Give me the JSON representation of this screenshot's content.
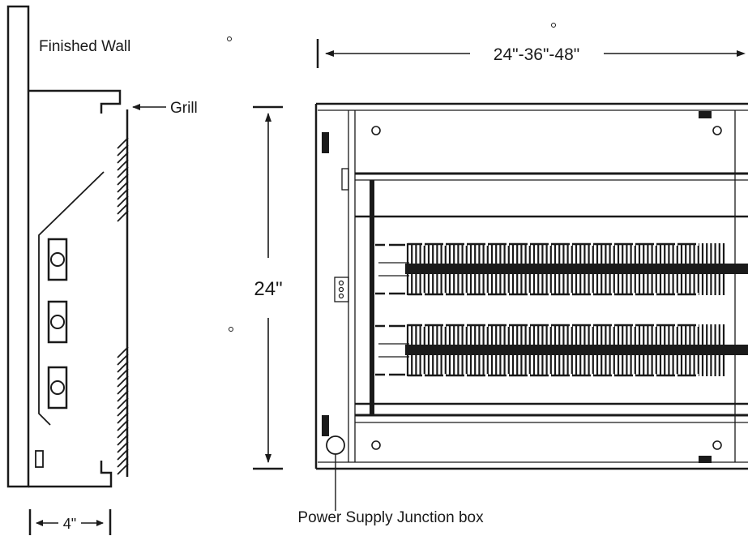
{
  "labels": {
    "finished_wall": "Finished Wall",
    "grill": "Grill",
    "width_dims": "24\"-36\"-48\"",
    "height_dim": "24\"",
    "depth_dim": "4\"",
    "junction_box": "Power Supply Junction box"
  },
  "colors": {
    "ink": "#1a1a1a",
    "background": "#ffffff"
  }
}
